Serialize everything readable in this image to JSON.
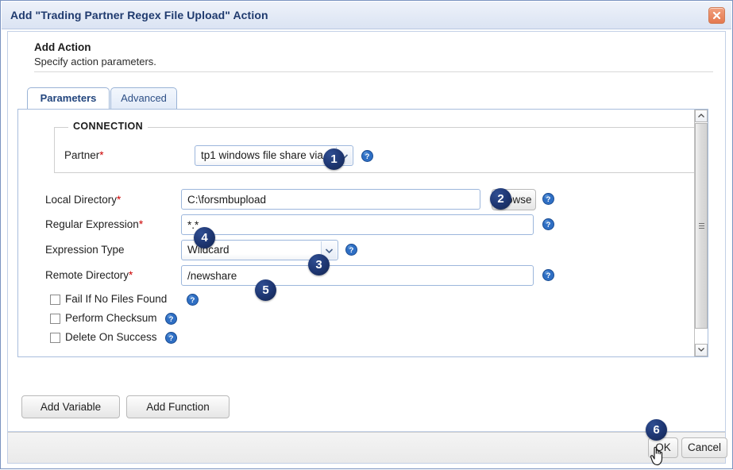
{
  "window": {
    "title": "Add \"Trading Partner Regex File Upload\" Action",
    "close_icon": "close-icon"
  },
  "header": {
    "title": "Add Action",
    "subtitle": "Specify action parameters."
  },
  "tabs": [
    {
      "label": "Parameters",
      "active": true
    },
    {
      "label": "Advanced",
      "active": false
    }
  ],
  "form": {
    "connection_legend": "CONNECTION",
    "partner": {
      "label": "Partner",
      "required": "*",
      "value": "tp1 windows file share via",
      "help_icon": "help-icon"
    },
    "local_directory": {
      "label": "Local Directory",
      "required": "*",
      "value": "C:\\forsmbupload",
      "browse_label": "Browse",
      "help_icon": "help-icon"
    },
    "regular_expression": {
      "label": "Regular Expression",
      "required": "*",
      "value": "*.*",
      "help_icon": "help-icon"
    },
    "expression_type": {
      "label": "Expression Type",
      "required": "",
      "value": "Wildcard",
      "help_icon": "help-icon"
    },
    "remote_directory": {
      "label": "Remote Directory",
      "required": "*",
      "value": "/newshare",
      "help_icon": "help-icon"
    },
    "checkboxes": [
      {
        "label": "Fail If No Files Found",
        "checked": false
      },
      {
        "label": "Perform Checksum",
        "checked": false
      },
      {
        "label": "Delete On Success",
        "checked": false
      }
    ]
  },
  "actions": {
    "add_variable": "Add Variable",
    "add_function": "Add Function"
  },
  "footer": {
    "ok": "OK",
    "cancel": "Cancel"
  },
  "callouts": [
    {
      "number": "1"
    },
    {
      "number": "2"
    },
    {
      "number": "3"
    },
    {
      "number": "4"
    },
    {
      "number": "5"
    },
    {
      "number": "6"
    }
  ],
  "colors": {
    "titlebar_text": "#1f3a6e",
    "required_marker": "#cc0000",
    "badge_navy": "#1d3570",
    "help_blue": "#2f6fc4",
    "close_orange": "#e4784f"
  }
}
